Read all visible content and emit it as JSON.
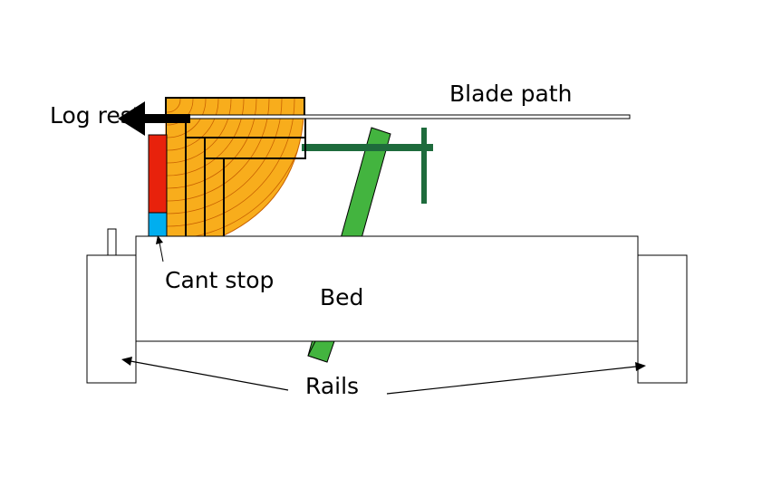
{
  "labels": {
    "blade_path": "Blade path",
    "log_rest": "Log rest",
    "cant_stop": "Cant stop",
    "bed": "Bed",
    "rails": "Rails"
  },
  "colors": {
    "log_wood": "#f8ad1c",
    "log_rings": "#c86000",
    "log_rest_red": "#e8220c",
    "cant_stop_blue": "#00aeef",
    "arm_green": "#43b43f",
    "clamp_dark_green": "#1e6b3c",
    "outline": "#000000"
  }
}
